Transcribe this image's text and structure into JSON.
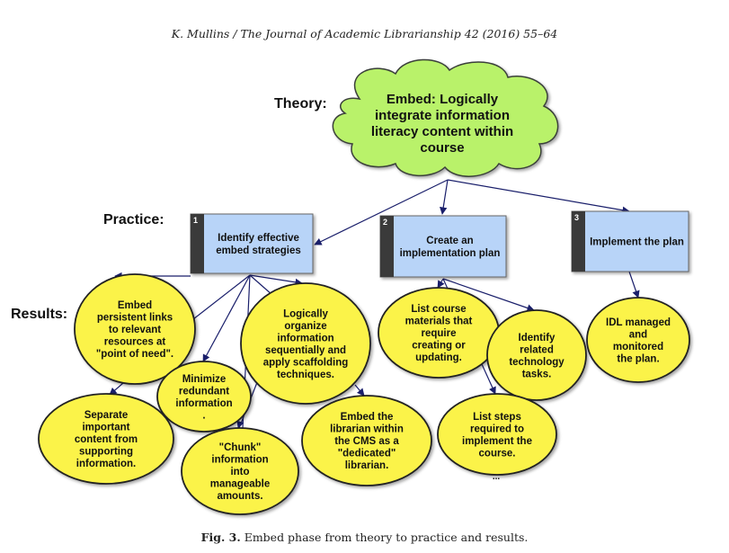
{
  "header": "K. Mullins / The Journal of Academic Librarianship 42 (2016) 55–64",
  "caption": {
    "label": "Fig. 3.",
    "text": "Embed phase from theory to practice and results."
  },
  "row_labels": {
    "theory": "Theory:",
    "practice": "Practice:",
    "results": "Results:"
  },
  "colors": {
    "cloud": "#b9f26a",
    "box": "#b8d4f8",
    "box_tab": "#3a3a3a",
    "ellipse": "#fbf34a",
    "connector": "#1a1f6b"
  },
  "theory": {
    "lines": [
      "Embed: Logically",
      "integrate information",
      "literacy content within",
      "course"
    ]
  },
  "practice": [
    {
      "number": "1",
      "lines": [
        "Identify effective",
        "embed strategies"
      ]
    },
    {
      "number": "2",
      "lines": [
        "Create an",
        "implementation plan"
      ]
    },
    {
      "number": "3",
      "lines": [
        "Implement the plan"
      ]
    }
  ],
  "results": [
    {
      "parent": "1",
      "lines": [
        "Embed",
        "persistent links",
        "to relevant",
        "resources at",
        "\"point of need\"."
      ]
    },
    {
      "parent": "1",
      "lines": [
        "Logically",
        "organize",
        "information",
        "sequentially and",
        "apply scaffolding",
        "techniques."
      ]
    },
    {
      "parent": "1",
      "lines": [
        "Minimize",
        "redundant",
        "information",
        "."
      ]
    },
    {
      "parent": "1",
      "lines": [
        "Separate",
        "important",
        "content from",
        "supporting",
        "information."
      ]
    },
    {
      "parent": "1",
      "lines": [
        "\"Chunk\"",
        "information",
        "into",
        "manageable",
        "amounts."
      ]
    },
    {
      "parent": "1",
      "lines": [
        "Embed the",
        "librarian within",
        "the CMS as a",
        "\"dedicated\"",
        "librarian."
      ]
    },
    {
      "parent": "2",
      "lines": [
        "List course",
        "materials that",
        "require",
        "creating or",
        "updating."
      ]
    },
    {
      "parent": "2",
      "lines": [
        "Identify",
        "related",
        "technology",
        "tasks."
      ]
    },
    {
      "parent": "2",
      "lines": [
        "List steps",
        "required to",
        "implement the",
        "course."
      ]
    },
    {
      "parent": "3",
      "lines": [
        "IDL managed",
        "and",
        "monitored",
        "the plan."
      ]
    }
  ],
  "continuation_mark": "..."
}
